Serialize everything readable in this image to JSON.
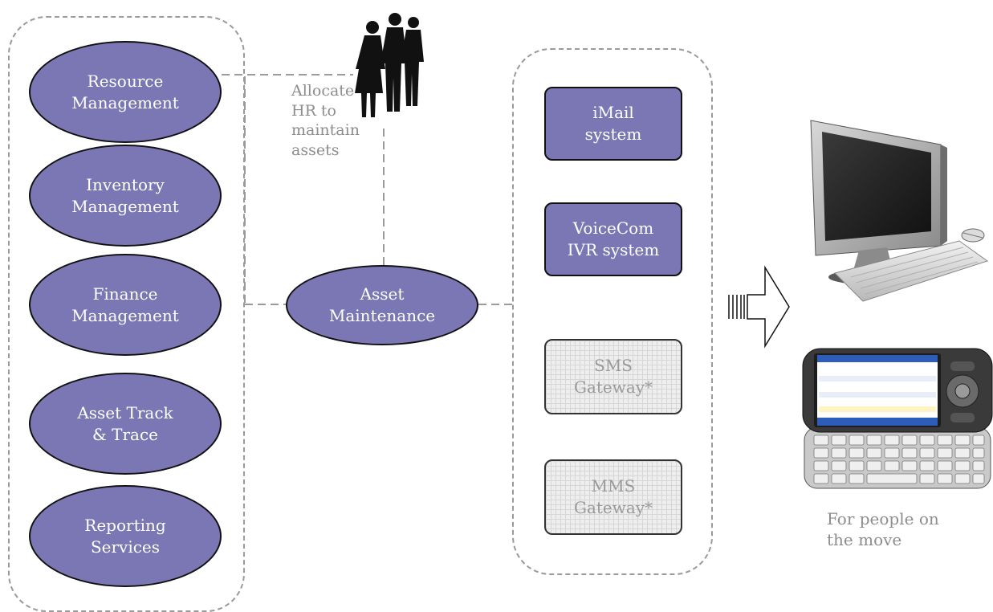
{
  "left_group": {
    "nodes": [
      {
        "label": "Resource\nManagement"
      },
      {
        "label": "Inventory\nManagement"
      },
      {
        "label": "Finance\nManagement"
      },
      {
        "label": "Asset Track\n& Trace"
      },
      {
        "label": "Reporting\nServices"
      }
    ]
  },
  "center": {
    "label": "Asset\nMaintenance"
  },
  "hr_note": "Allocate\nHR to\nmaintain\nassets",
  "right_group": {
    "systems": [
      {
        "label": "iMail\nsystem",
        "optional": false
      },
      {
        "label": "VoiceCom\nIVR system",
        "optional": false
      },
      {
        "label": "SMS\nGateway*",
        "optional": true
      },
      {
        "label": "MMS\nGateway*",
        "optional": true
      }
    ]
  },
  "devices": {
    "computer_icon": "desktop-computer",
    "phone_icon": "smartphone",
    "people_icon": "business-people"
  },
  "mobile_note": "For people on\nthe move",
  "colors": {
    "node_fill": "#7b77b5",
    "note_text": "#8d8d8d",
    "dashed": "#9a9a9a"
  }
}
